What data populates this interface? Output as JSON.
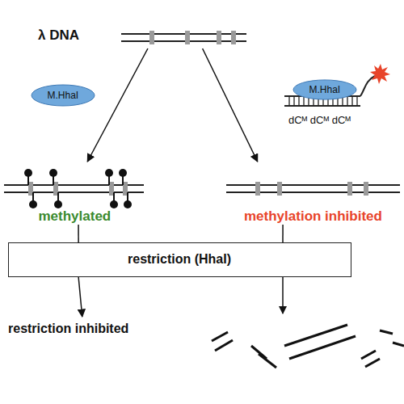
{
  "diagram": {
    "nodes": [
      {
        "text": [
          "λ DNA"
        ]
      },
      {
        "text": [
          "M.HhaI"
        ]
      },
      {
        "text": [
          "M.HhaI"
        ]
      },
      {
        "text": [
          "methylated"
        ]
      },
      {
        "text": [
          "methylation inhibited"
        ]
      },
      {
        "text": [
          "restriction (HhaI)"
        ]
      },
      {
        "text": [
          "restriction inhibited"
        ]
      }
    ],
    "edges": [
      {
        "from": 0,
        "to": 3,
        "arrow": "to"
      },
      {
        "from": 0,
        "to": 4,
        "arrow": "to"
      },
      {
        "from": 3,
        "to": 5,
        "arrow": "none"
      },
      {
        "from": 4,
        "to": 5,
        "arrow": "none"
      },
      {
        "from": 5,
        "to": 6,
        "arrow": "to"
      }
    ],
    "labels": [
      "dCᴹ dCᴹ dCᴹ"
    ]
  }
}
